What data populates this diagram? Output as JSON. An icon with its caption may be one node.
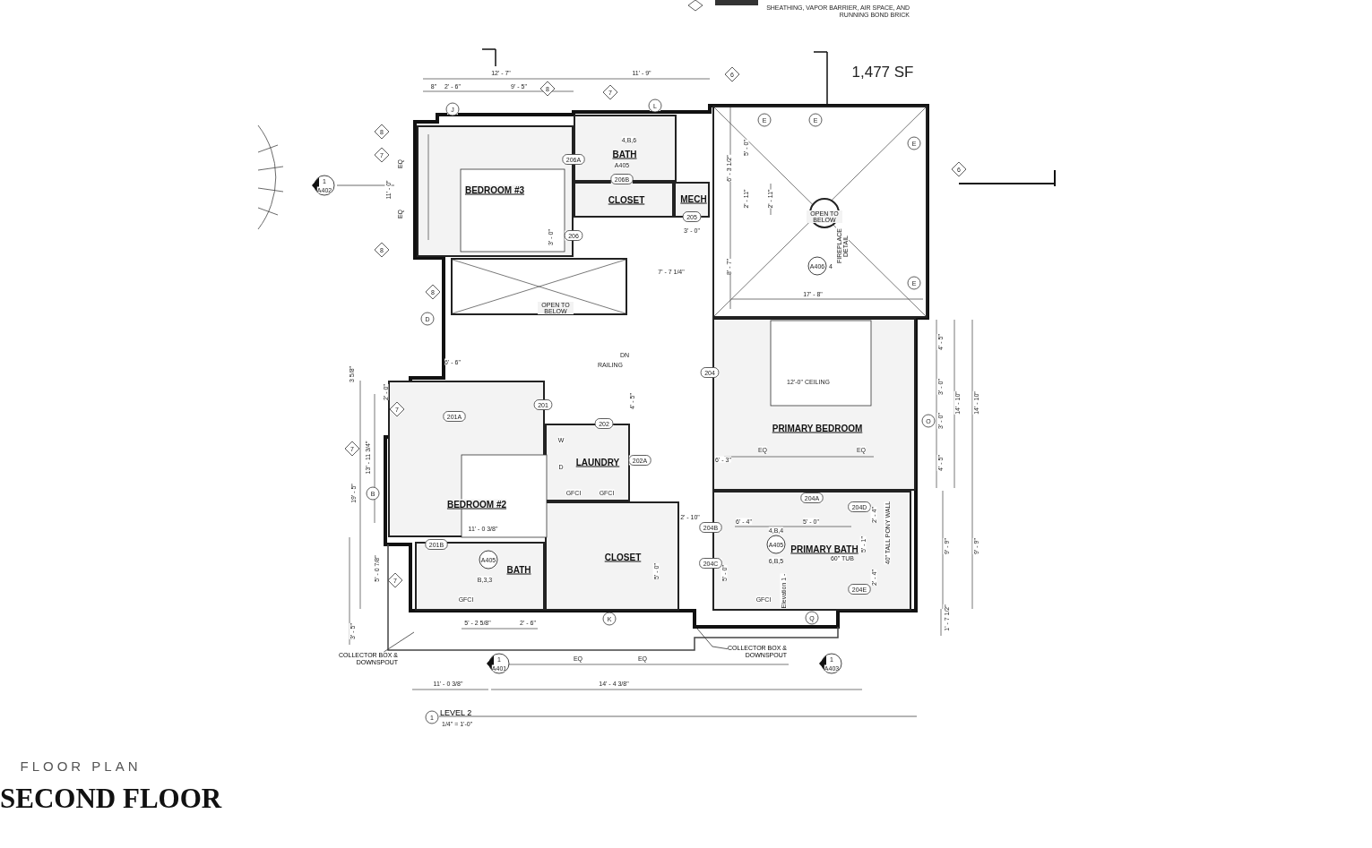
{
  "diagram": {
    "title": "SECOND FLOOR",
    "caption": "LEVEL 2",
    "nodes": [
      {
        "text": [
          "BEDROOM #3"
        ]
      },
      {
        "text": [
          "BATH"
        ]
      },
      {
        "text": [
          "CLOSET"
        ]
      },
      {
        "text": [
          "MECH"
        ]
      },
      {
        "text": [
          "OPEN TO BELOW"
        ]
      },
      {
        "text": [
          "OPEN TO BELOW"
        ]
      },
      {
        "text": [
          "BEDROOM #2"
        ]
      },
      {
        "text": [
          "LAUNDRY"
        ]
      },
      {
        "text": [
          "BATH"
        ]
      },
      {
        "text": [
          "CLOSET"
        ]
      },
      {
        "text": [
          "PRIMARY BEDROOM"
        ]
      },
      {
        "text": [
          "PRIMARY BATH"
        ]
      },
      {
        "text": [
          "COLLECTOR BOX & DOWNSPOUT"
        ]
      },
      {
        "text": [
          "COLLECTOR BOX & DOWNSPOUT"
        ]
      }
    ],
    "edges": [
      {
        "from": 12,
        "to": null,
        "arrow": "none"
      },
      {
        "from": 13,
        "to": null,
        "arrow": "none"
      }
    ],
    "labels": [
      "SHEATHING, VAPOR BARRIER, AIR SPACE, AND RUNNING BOND BRICK",
      "1,477 SF",
      "12' - 7\"",
      "11' - 9\"",
      "8\"",
      "2' - 6\"",
      "9' - 5\"",
      "8",
      "7",
      "J",
      "L",
      "6",
      "E",
      "E",
      "E",
      "E",
      "6",
      "8",
      "7",
      "EQ",
      "11' - 0\"",
      "EQ",
      "8",
      "1",
      "A402",
      "206A",
      "4,B,6",
      "A405",
      "206B",
      "3' - 0\"",
      "206",
      "205",
      "3' - 0\"",
      "5' - 0\"",
      "6' - 3 1/2\"",
      "2' - 11\"",
      "2' - 11\"",
      "8' - 7\"",
      "17' - 8\"",
      "A406",
      "4",
      "FIREPLACE DETAIL",
      "7' - 7 1/4\"",
      "8",
      "D",
      "DN",
      "RAILING",
      "6' - 6\"",
      "3 5/8\"",
      "2' - 0\"",
      "7",
      "7",
      "13' - 11 3/4\"",
      "19' - 5\"",
      "B",
      "5' - 0 7/8\"",
      "7",
      "3' - 5\"",
      "201",
      "201A",
      "4' - 5\"",
      "202",
      "202A",
      "W",
      "D",
      "GFCI",
      "GFCI",
      "11' - 0 3/8\"",
      "201B",
      "A405",
      "B,3,3",
      "GFCI",
      "5' - 0\"",
      "2' - 10\"",
      "5' - 0\"",
      "GFCI",
      "204",
      "12'-0\" CEILING",
      "EQ",
      "EQ",
      "6' - 3\"",
      "O",
      "4' - 5\"",
      "3' - 0\"",
      "3' - 0\"",
      "4' - 5\"",
      "14' - 10\"",
      "14' - 10\"",
      "204A",
      "204D",
      "2' - 4\"",
      "6' - 4\"",
      "5' - 0\"",
      "4,B,4",
      "204B",
      "A405",
      "6,B,5",
      "Elevation 1 -",
      "60\" TUB",
      "5' - 1\"",
      "40\" TALL PONY WALL",
      "204C",
      "204E",
      "2' - 4\"",
      "9' - 9\"",
      "9' - 9\"",
      "1' - 7 1/2\"",
      "5' - 2 5/8\"",
      "2' - 6\"",
      "K",
      "Q",
      "1",
      "A401",
      "EQ",
      "EQ",
      "1",
      "A403",
      "11' - 0 3/8\"",
      "14' - 4 3/8\"",
      "1",
      "1/4\" = 1'-0\"",
      "FLOOR PLAN"
    ]
  }
}
